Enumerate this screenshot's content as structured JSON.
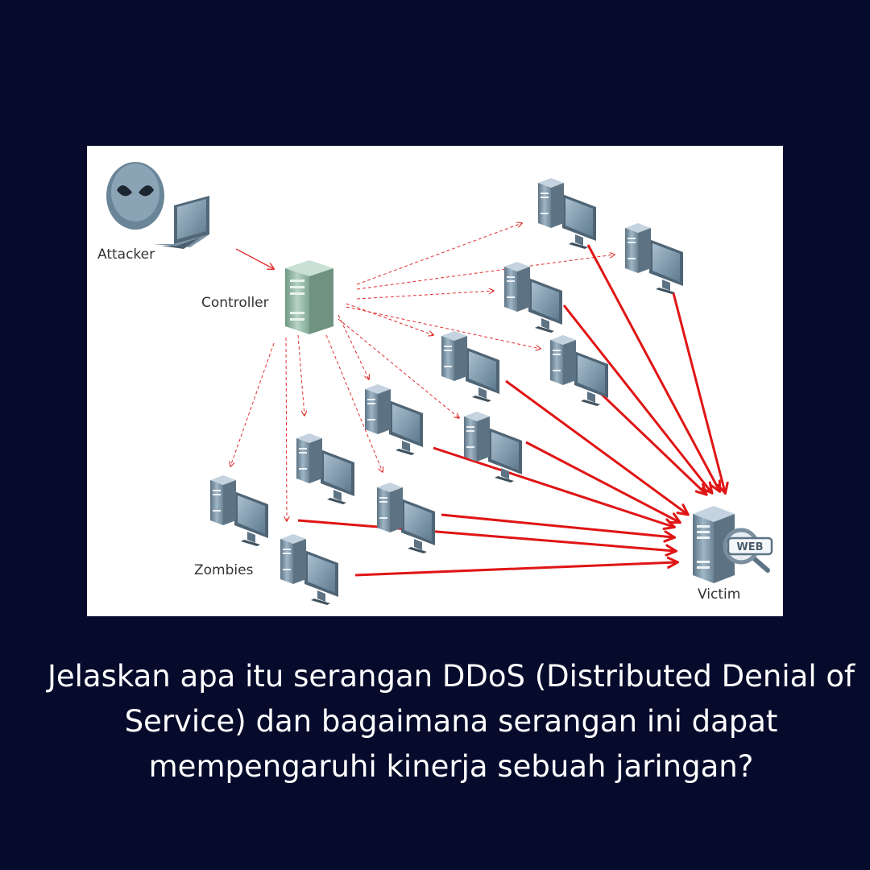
{
  "diagram": {
    "labels": {
      "attacker": "Attacker",
      "controller": "Controller",
      "zombies": "Zombies",
      "victim": "Victim",
      "web_badge": "WEB"
    },
    "nodes": [
      "attacker",
      "controller",
      "zombie",
      "victim"
    ],
    "edges": [
      {
        "from": "attacker",
        "to": "controller",
        "style": "thin-arrow"
      },
      {
        "from": "controller",
        "to": "zombies",
        "style": "dashed-arrow"
      },
      {
        "from": "zombies",
        "to": "victim",
        "style": "bold-arrow"
      }
    ],
    "colors": {
      "command_arrow": "#e03030",
      "attack_arrow": "#e01515",
      "server": "#7e97aa",
      "controller_server": "#8fb3a0"
    }
  },
  "question": {
    "line1": "Jelaskan apa itu serangan DDoS (Distributed Denial of",
    "line2": "Service) dan bagaimana serangan ini dapat",
    "line3": "mempengaruhi kinerja sebuah jaringan?"
  }
}
